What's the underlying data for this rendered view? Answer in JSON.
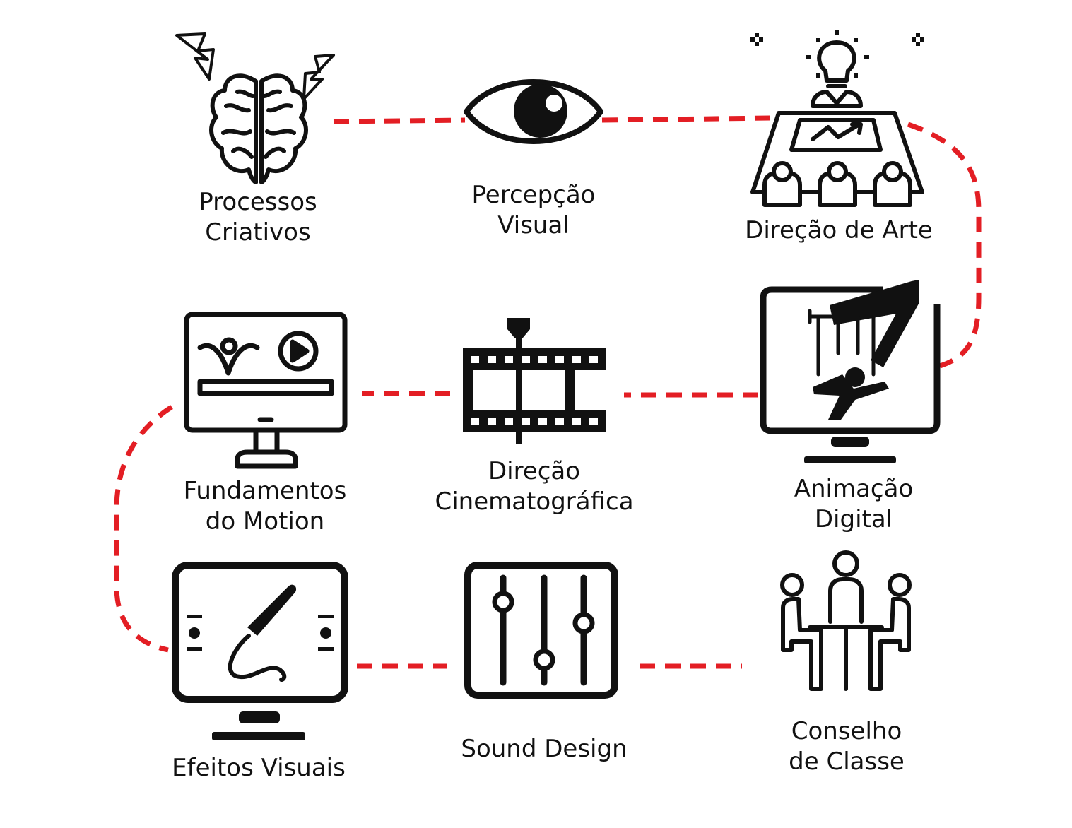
{
  "colors": {
    "ink": "#111111",
    "connector": "#e31e24",
    "background": "#ffffff"
  },
  "nodes": [
    {
      "id": "processos-criativos",
      "icon": "brain-icon",
      "lines": [
        "Processos",
        "Criativos"
      ]
    },
    {
      "id": "percepcao-visual",
      "icon": "eye-icon",
      "lines": [
        "Percepção",
        "Visual"
      ]
    },
    {
      "id": "direcao-de-arte",
      "icon": "meeting-idea-icon",
      "lines": [
        "Direção de Arte"
      ]
    },
    {
      "id": "fundamentos-do-motion",
      "icon": "monitor-play-icon",
      "lines": [
        "Fundamentos",
        "do Motion"
      ]
    },
    {
      "id": "direcao-cinematografica",
      "icon": "film-strip-icon",
      "lines": [
        "Direção",
        "Cinematográfica"
      ]
    },
    {
      "id": "animacao-digital",
      "icon": "puppet-monitor-icon",
      "lines": [
        "Animação",
        "Digital"
      ]
    },
    {
      "id": "efeitos-visuais",
      "icon": "pen-tablet-icon",
      "lines": [
        "Efeitos Visuais"
      ]
    },
    {
      "id": "sound-design",
      "icon": "mixer-sliders-icon",
      "lines": [
        "Sound Design"
      ]
    },
    {
      "id": "conselho-de-classe",
      "icon": "team-table-icon",
      "lines": [
        "Conselho",
        "de Classe"
      ]
    }
  ]
}
